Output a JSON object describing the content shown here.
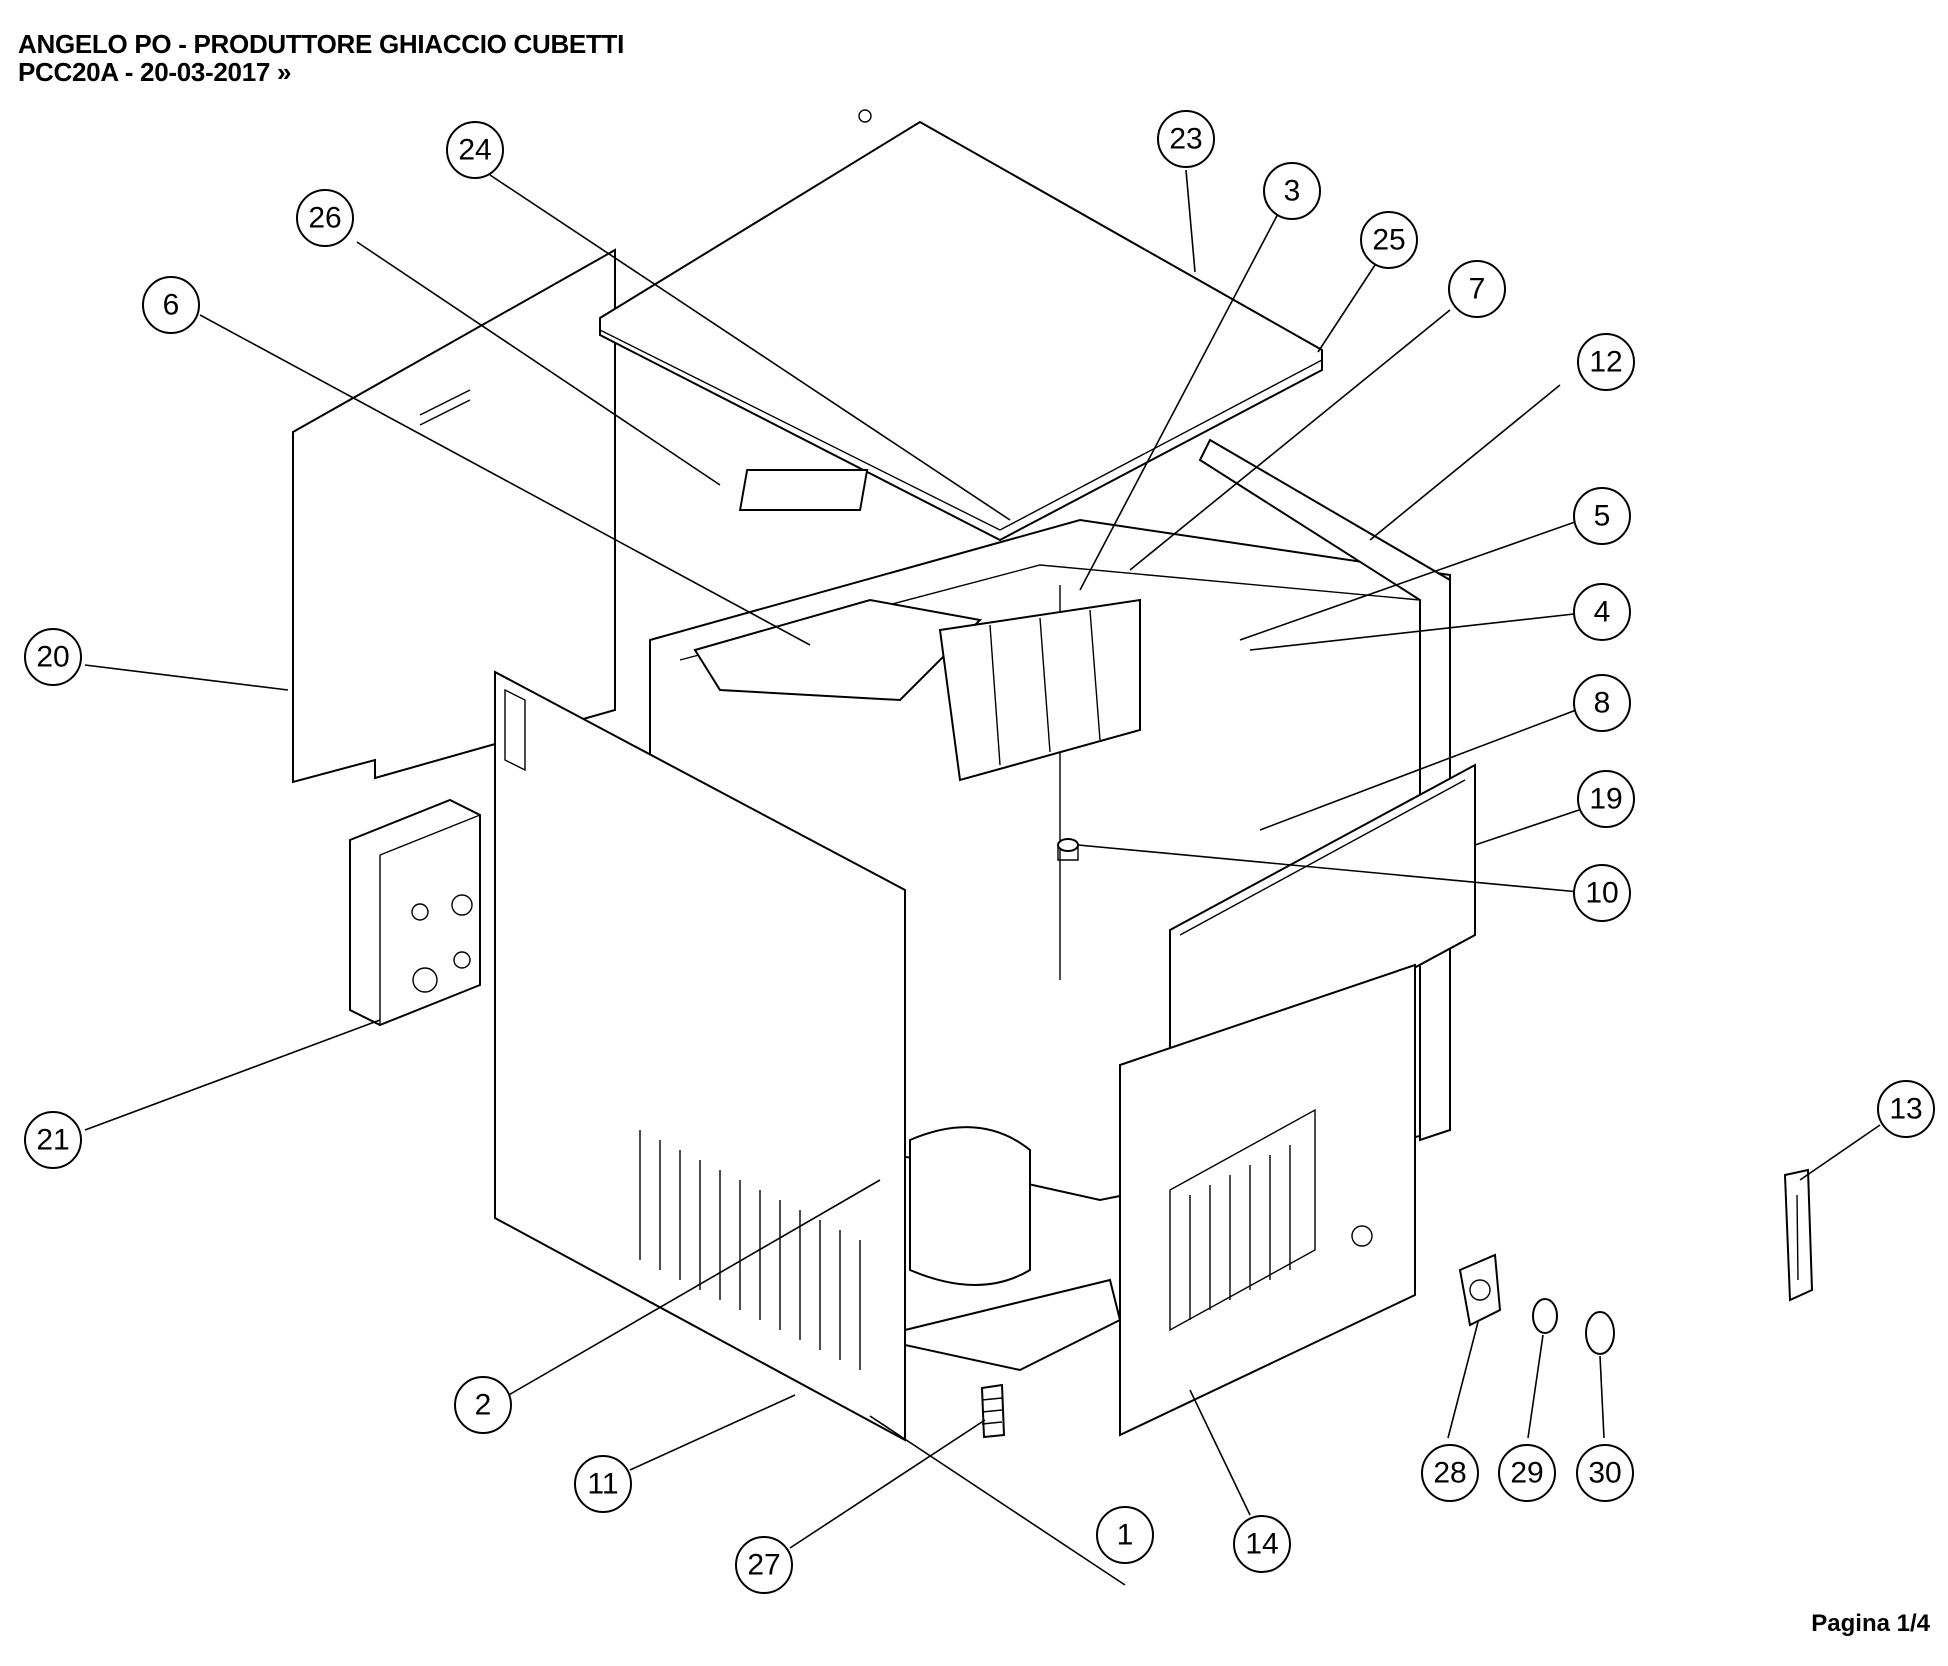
{
  "header": {
    "line1": "ANGELO PO - PRODUTTORE GHIACCIO CUBETTI",
    "line2": "PCC20A - 20-03-2017 »"
  },
  "footer": {
    "page": "Pagina 1/4"
  },
  "callouts": [
    {
      "num": "1"
    },
    {
      "num": "2"
    },
    {
      "num": "3"
    },
    {
      "num": "4"
    },
    {
      "num": "5"
    },
    {
      "num": "6"
    },
    {
      "num": "7"
    },
    {
      "num": "8"
    },
    {
      "num": "10"
    },
    {
      "num": "11"
    },
    {
      "num": "12"
    },
    {
      "num": "13"
    },
    {
      "num": "14"
    },
    {
      "num": "19"
    },
    {
      "num": "20"
    },
    {
      "num": "21"
    },
    {
      "num": "23"
    },
    {
      "num": "24"
    },
    {
      "num": "25"
    },
    {
      "num": "26"
    },
    {
      "num": "27"
    },
    {
      "num": "28"
    },
    {
      "num": "29"
    },
    {
      "num": "30"
    }
  ]
}
